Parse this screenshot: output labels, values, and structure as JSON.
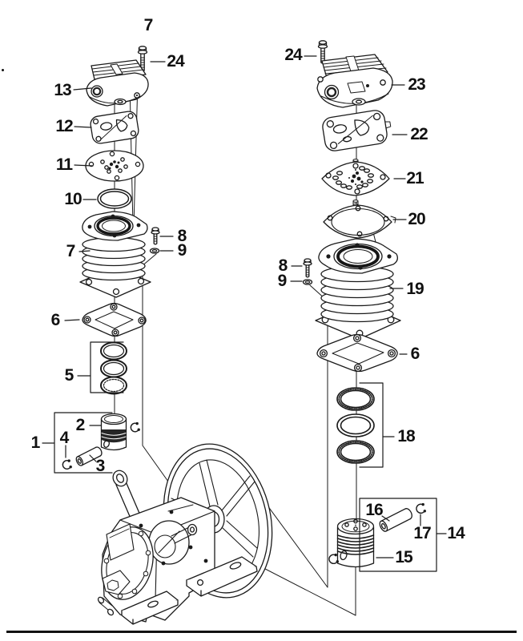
{
  "page": {
    "background": "#ffffff",
    "ink": "#1a1a1a",
    "description_label": ""
  },
  "callouts": [
    {
      "id": "fig-7-top",
      "label": "7"
    },
    {
      "id": "24-left",
      "label": "24"
    },
    {
      "id": "13-head-left",
      "label": "13"
    },
    {
      "id": "12-gasket-left",
      "label": "12"
    },
    {
      "id": "11-valveplate-left",
      "label": "11"
    },
    {
      "id": "10-oring-left",
      "label": "10"
    },
    {
      "id": "8-left",
      "label": "8"
    },
    {
      "id": "9-left",
      "label": "9"
    },
    {
      "id": "7-cylinder-left",
      "label": "7"
    },
    {
      "id": "6-left",
      "label": "6"
    },
    {
      "id": "5-rings-left",
      "label": "5"
    },
    {
      "id": "2-piston-left",
      "label": "2"
    },
    {
      "id": "1-assembly-left",
      "label": "1"
    },
    {
      "id": "4-clip-left",
      "label": "4"
    },
    {
      "id": "3-pin-left",
      "label": "3"
    },
    {
      "id": "24-right",
      "label": "24"
    },
    {
      "id": "23-head-right",
      "label": "23"
    },
    {
      "id": "22-gasket-right",
      "label": "22"
    },
    {
      "id": "21-valveplate-right",
      "label": "21"
    },
    {
      "id": "20-gasket-right",
      "label": "20"
    },
    {
      "id": "8-right",
      "label": "8"
    },
    {
      "id": "9-right",
      "label": "9"
    },
    {
      "id": "19-cylinder-right",
      "label": "19"
    },
    {
      "id": "6-right",
      "label": "6"
    },
    {
      "id": "18-rings-right",
      "label": "18"
    },
    {
      "id": "16-pin-right",
      "label": "16"
    },
    {
      "id": "17-clip-right",
      "label": "17"
    },
    {
      "id": "14-assembly-right",
      "label": "14"
    },
    {
      "id": "15-piston-right",
      "label": "15"
    }
  ]
}
